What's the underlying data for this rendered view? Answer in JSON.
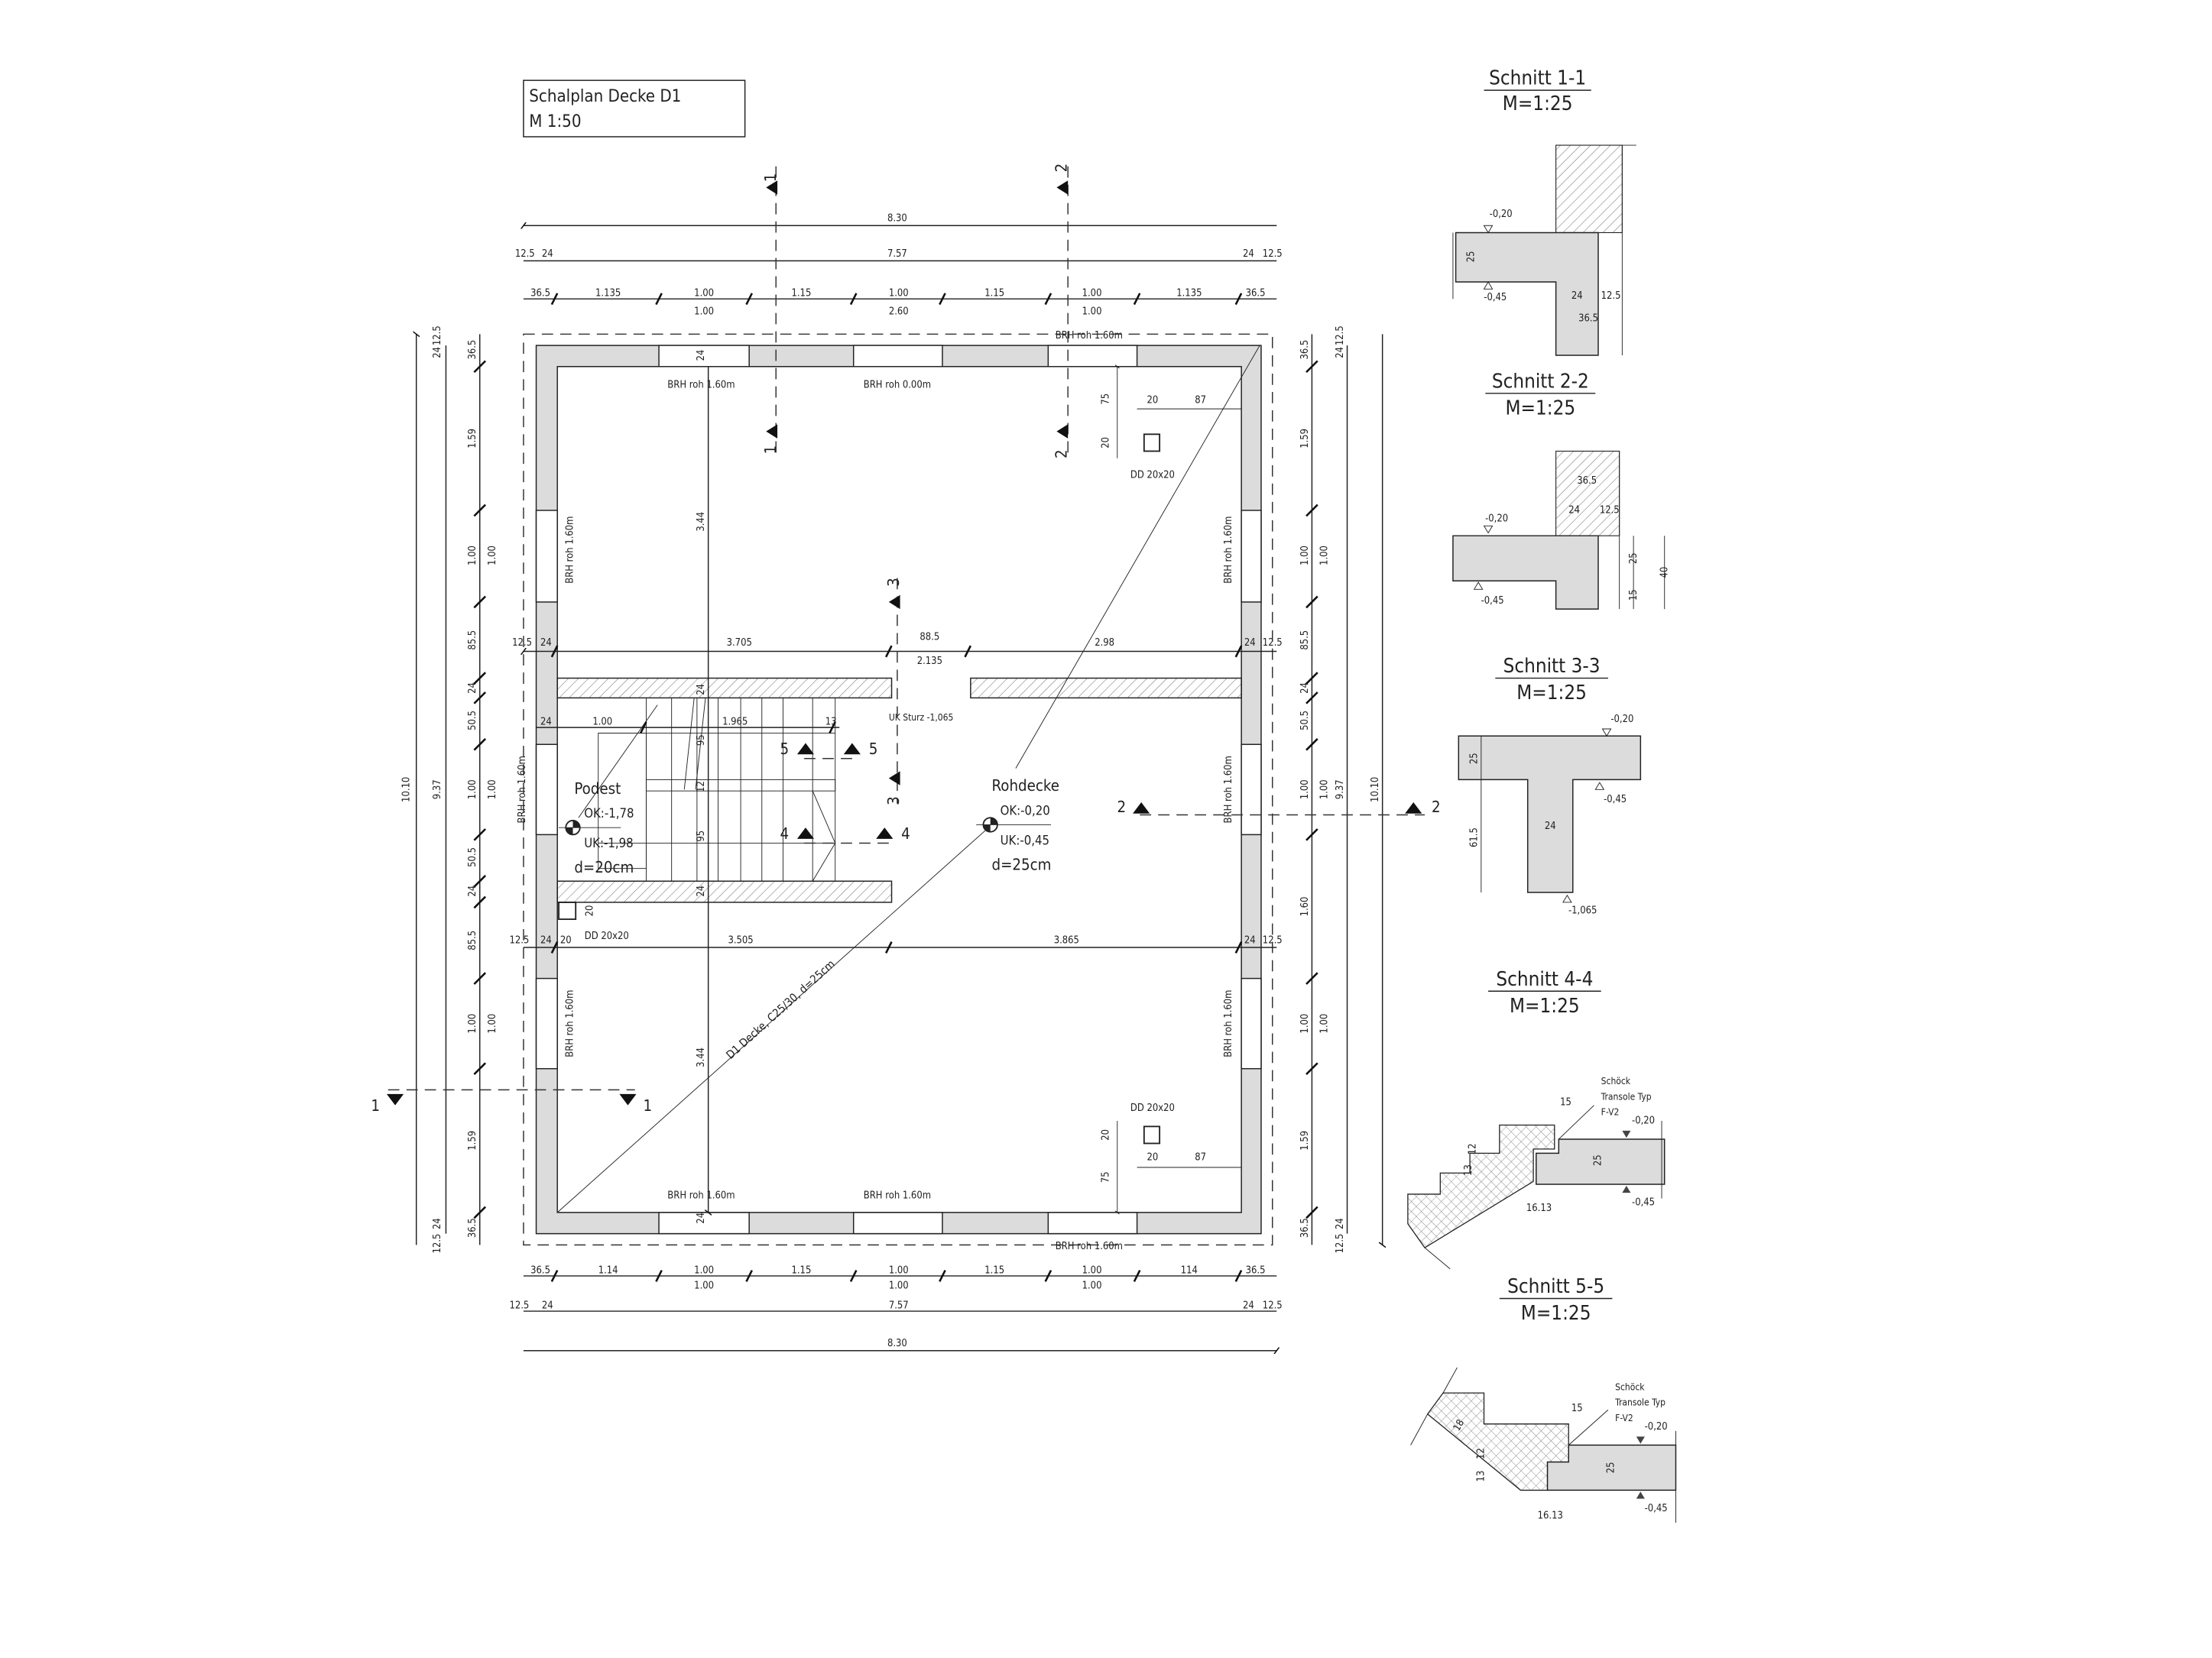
{
  "title": {
    "name": "Schalplan Decke D1",
    "scale": "M 1:50"
  },
  "colors": {
    "line": "#222222",
    "wall_fill": "#dcdcdc",
    "background": "#ffffff"
  },
  "plan": {
    "dim_top": {
      "overall": "8.30",
      "inner": "7.57",
      "inner_ends": [
        "12.5",
        "24",
        "24",
        "12.5"
      ],
      "chain": [
        "36.5",
        "1.135",
        "1.00",
        "1.15",
        "1.00",
        "1.15",
        "1.00",
        "1.135",
        "36.5"
      ],
      "chain_lower": [
        "1.00",
        "2.60",
        "1.00"
      ]
    },
    "dim_bottom": {
      "overall": "8.30",
      "inner": "7.57",
      "inner_ends": [
        "12.5",
        "24",
        "24",
        "12.5"
      ],
      "chain": [
        "36.5",
        "1.14",
        "1.00",
        "1.15",
        "1.00",
        "1.15",
        "1.00",
        "114",
        "36.5"
      ],
      "chain_lower": [
        "1.00",
        "1.00",
        "1.00"
      ]
    },
    "dim_left": {
      "overall": "10.10",
      "inner": "9.37",
      "ends": [
        "24",
        "12.5",
        "12.5",
        "24"
      ],
      "chain": [
        "36.5",
        "1.59",
        "1.00",
        "85.5",
        "24",
        "50.5",
        "1.00",
        "50.5",
        "24",
        "85.5",
        "1.00",
        "1.59",
        "36.5"
      ],
      "chain_lower": [
        "1.00",
        "1.00",
        "1.00"
      ]
    },
    "dim_right": {
      "overall": "10.10",
      "inner": "9.37",
      "ends": [
        "24",
        "12.5",
        "12.5",
        "24"
      ],
      "chain": [
        "36.5",
        "1.59",
        "1.00",
        "85.5",
        "24",
        "50.5",
        "1.00",
        "1.60",
        "1.00",
        "1.59",
        "36.5"
      ],
      "chain_lower": [
        "1.00",
        "1.00",
        "1.00"
      ]
    },
    "dim_row1": [
      "12.5",
      "24",
      "3.705",
      "88.5",
      "2.135",
      "2.98",
      "24",
      "12.5"
    ],
    "dim_row2": [
      "24",
      "1.00",
      "1.965",
      "13"
    ],
    "dim_row3": [
      "12.5",
      "24",
      "20",
      "3.505",
      "3.865",
      "24",
      "12.5"
    ],
    "dim_vertical": [
      "24",
      "3.44",
      "24",
      "95",
      "12",
      "95",
      "24",
      "3.44",
      "24"
    ],
    "dd_top": {
      "label": "DD 20x20",
      "dims": [
        "75",
        "20",
        "20",
        "87"
      ]
    },
    "dd_bottom": {
      "label": "DD 20x20",
      "dims": [
        "20",
        "75",
        "20",
        "87"
      ]
    },
    "dd_left": {
      "label": "DD 20x20",
      "dim": "20"
    },
    "brh": {
      "top_outer": "BRH roh 1.60m",
      "top_left": "BRH roh 1.60m",
      "top_mid": "BRH roh 0.00m",
      "bottom_left": "BRH roh 1.60m",
      "bottom_mid": "BRH roh 1.60m",
      "bottom_outer": "BRH roh 1.60m",
      "left": [
        "BRH roh 1.60m",
        "BRH roh 1.60m",
        "BRH roh 1.60m"
      ],
      "right": [
        "BRH roh 1.60m",
        "BRH roh 1.60m",
        "BRH roh 1.60m"
      ]
    },
    "uk_sturz": "UK Sturz -1,065",
    "podest": {
      "name": "Podest",
      "ok": "OK:-1,78",
      "uk": "UK:-1,98",
      "d": "d=20cm"
    },
    "rohdecke": {
      "name": "Rohdecke",
      "ok": "OK:-0,20",
      "uk": "UK:-0,45",
      "d": "d=25cm"
    },
    "slab_label": "D1 Decke, C25/30, d=25cm",
    "section_marks": {
      "s1": "1",
      "s2": "2",
      "s3": "3",
      "s4": "4",
      "s5": "5"
    }
  },
  "sections": [
    {
      "title": "Schnitt 1-1",
      "scale": "M=1:25",
      "labels": [
        "-0,20",
        "-0,45",
        "25",
        "24",
        "12.5",
        "36.5"
      ]
    },
    {
      "title": "Schnitt 2-2",
      "scale": "M=1:25",
      "labels": [
        "36.5",
        "24",
        "12.5",
        "-0,20",
        "-0,45",
        "25",
        "15",
        "40"
      ]
    },
    {
      "title": "Schnitt 3-3",
      "scale": "M=1:25",
      "labels": [
        "-0,20",
        "25",
        "-0,45",
        "24",
        "61.5",
        "-1,065"
      ]
    },
    {
      "title": "Schnitt 4-4",
      "scale": "M=1:25",
      "note": [
        "Schöck",
        "Transole Typ",
        "F-V2"
      ],
      "labels": [
        "15",
        "12",
        "13",
        "25",
        "-0,20",
        "-0,45",
        "16.13"
      ]
    },
    {
      "title": "Schnitt 5-5",
      "scale": "M=1:25",
      "note": [
        "Schöck",
        "Transole Typ",
        "F-V2"
      ],
      "labels": [
        "15",
        "-0,20",
        "18",
        "12",
        "13",
        "25",
        "-0,45",
        "16.13"
      ]
    }
  ]
}
